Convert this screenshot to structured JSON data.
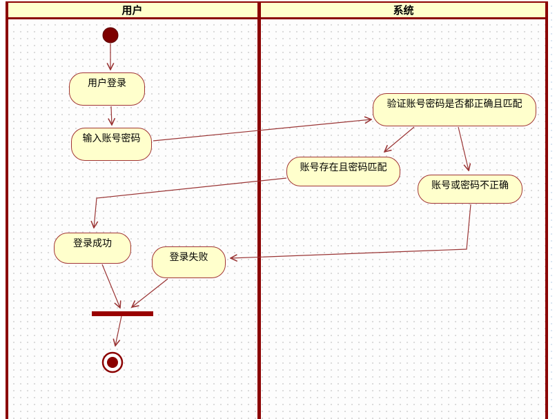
{
  "diagram": {
    "type": "uml-activity-swimlane",
    "lanes": [
      {
        "label": "用户"
      },
      {
        "label": "系统"
      }
    ],
    "activities": [
      {
        "id": "login",
        "lane": "用户",
        "label": "用户登录"
      },
      {
        "id": "input",
        "lane": "用户",
        "label": "输入账号密码"
      },
      {
        "id": "verify",
        "lane": "系统",
        "label": "验证账号密码是否都正确且匹配"
      },
      {
        "id": "match",
        "lane": "系统",
        "label": "账号存在且密码匹配"
      },
      {
        "id": "wrong",
        "lane": "系统",
        "label": "账号或密码不正确"
      },
      {
        "id": "success",
        "lane": "用户",
        "label": "登录成功"
      },
      {
        "id": "fail",
        "lane": "用户",
        "label": "登录失败"
      }
    ],
    "control_nodes": [
      {
        "id": "start",
        "type": "initial-node",
        "lane": "用户"
      },
      {
        "id": "join",
        "type": "join-bar",
        "lane": "用户"
      },
      {
        "id": "final",
        "type": "final-node",
        "lane": "用户"
      }
    ],
    "flows": [
      {
        "from": "start",
        "to": "login"
      },
      {
        "from": "login",
        "to": "input"
      },
      {
        "from": "input",
        "to": "verify"
      },
      {
        "from": "verify",
        "to": "match"
      },
      {
        "from": "verify",
        "to": "wrong"
      },
      {
        "from": "match",
        "to": "success"
      },
      {
        "from": "wrong",
        "to": "fail"
      },
      {
        "from": "success",
        "to": "join"
      },
      {
        "from": "fail",
        "to": "join"
      },
      {
        "from": "join",
        "to": "final"
      }
    ],
    "colors": {
      "lane_border": "#8b0000",
      "header_fill": "#ffffcc",
      "activity_fill": "#ffffcc",
      "activity_border": "#a03333",
      "connector": "#993333",
      "node_dark_red": "#7d0000",
      "join_bar": "#990000"
    }
  }
}
